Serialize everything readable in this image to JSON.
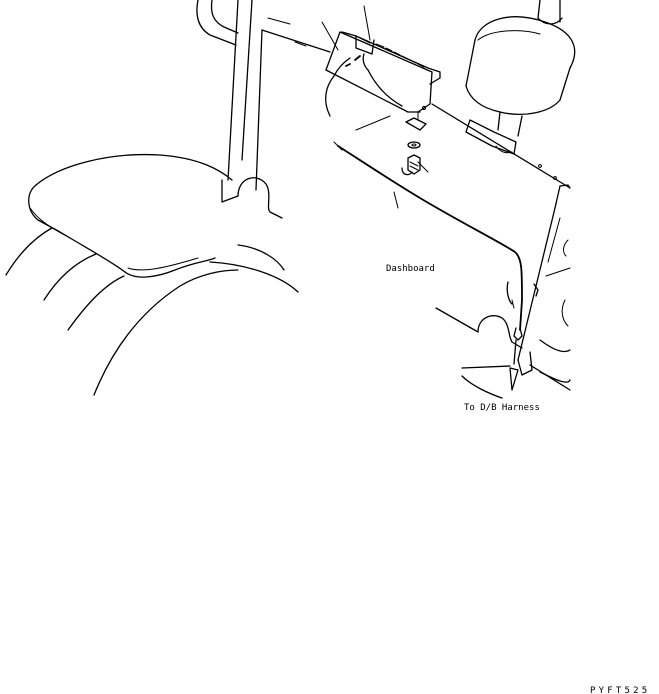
{
  "labels": {
    "dashboard": "Dashboard",
    "to_db_harness": "To D/B Harness",
    "drawing_code": "PYFT525"
  },
  "colors": {
    "line": "#000000",
    "background": "#ffffff"
  }
}
